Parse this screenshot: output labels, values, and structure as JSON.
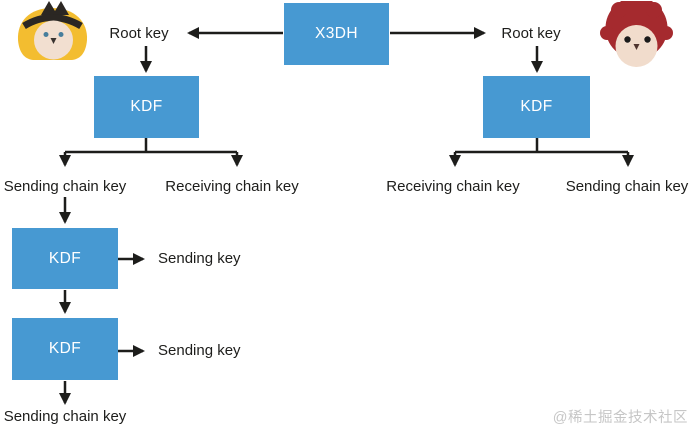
{
  "boxes": {
    "x3dh": "X3DH",
    "kdf": "KDF"
  },
  "labels": {
    "root_key_left": "Root key",
    "root_key_right": "Root key",
    "sending_chain_key_left": "Sending chain key",
    "receiving_chain_key_left": "Receiving chain key",
    "receiving_chain_key_right": "Receiving chain key",
    "sending_chain_key_right": "Sending chain key",
    "sending_key_1": "Sending key",
    "sending_key_2": "Sending key",
    "sending_chain_key_bottom": "Sending chain key"
  },
  "watermark": "@稀土掘金技术社区",
  "colors": {
    "box_blue": "#4799d2",
    "line_black": "#1d1d1b",
    "watermark_gray": "#c6c6c6",
    "alice_hair": "#f3bd30",
    "alice_band": "#2b2723",
    "alice_skin": "#f2dfd0",
    "alice_eyes": "#477e9c",
    "bob_hair": "#a52a2e",
    "bob_skin": "#f1dccc",
    "bob_eyes": "#1b1b1b"
  },
  "icons": {
    "left_avatar": "alice-avatar",
    "right_avatar": "bob-avatar"
  }
}
